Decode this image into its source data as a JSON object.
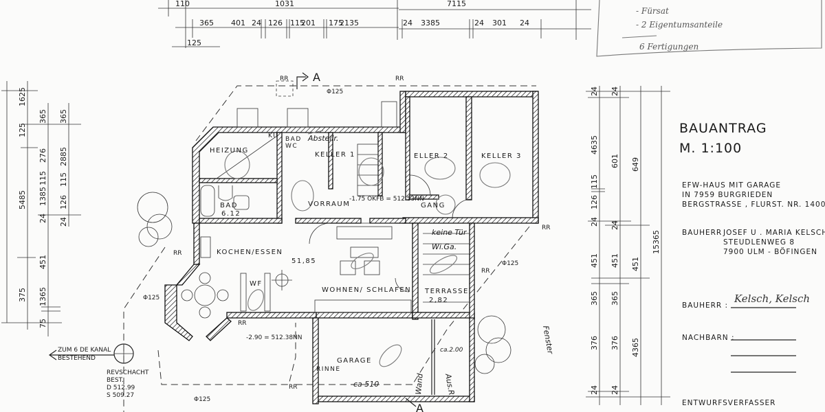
{
  "title_block": {
    "title": "BAUANTRAG",
    "scale": "M. 1:100",
    "project_lines": [
      "EFW-HAUS MIT GARAGE",
      "IN  7959  BURGRIEDEN",
      "BERGSTRASSE , FLURST. NR. 1400"
    ],
    "owner_label": "BAUHERR",
    "owner_lines": [
      "JOSEF U . MARIA  KELSCH",
      "STEUDLENWEG 8",
      "7900 ULM - BÖFINGEN"
    ],
    "owner_sign_label": "BAUHERR :",
    "owner_signature": "Kelsch, Kelsch",
    "neighbours_label": "NACHBARN :",
    "designer_label": "ENTWURFSVERFASSER"
  },
  "handwritten_notes": [
    "- Fürsat",
    "- 2 Eigentumsanteile",
    "6 Fertigungen"
  ],
  "rooms": {
    "heizung": "HEIZUNG",
    "ku": "KU",
    "bad_wc": [
      "BAD",
      "WC"
    ],
    "keller1": "KELLER 1",
    "keller2": "ELLER 2",
    "keller3": "KELLER 3",
    "bad": "BAD",
    "bad_area": "6.12",
    "vorraum": "VORRAUM",
    "gang": "GANG",
    "kochen": "KOCHEN/ESSEN",
    "wohnen": "WOHNEN/ SCHLAFEN",
    "wohnen_area": "51,85",
    "wf": "WF",
    "terrasse": "TERRASSE",
    "terrasse_area": "2,82",
    "garage": "GARAGE",
    "rinne": "RINNE"
  },
  "annotations": {
    "section_a": "A",
    "rr": "RR",
    "pipe": "Φ125",
    "level_floor": "-1.75 OKFB = 512.53NN",
    "level_ext": "-2.90 = 512.38NN",
    "kanal": [
      "ZUM 6 DE  KANAL",
      "BESTEHEND"
    ],
    "revschacht": [
      "REVSCHACHT",
      "BEST.",
      "D  512.99",
      "S  509.27"
    ],
    "hand_abstell": "Abstellr.",
    "hand_keine_tuer": "keine Tür",
    "hand_wiga": "Wi.Ga.",
    "hand_fenster": "Fenster",
    "hand_wand": "Wand",
    "hand_ca200": "ca.2.00",
    "hand_ausr": "Aus.R.",
    "hand_ca510": "-ca 510"
  },
  "dimensions": {
    "top_row1": [
      "110",
      "1031",
      "7115"
    ],
    "top_row2": [
      "365",
      "401",
      "24",
      "126",
      "115",
      "201",
      "175",
      "2135",
      "24",
      "3385",
      "24",
      "301",
      "24"
    ],
    "top_row3": [
      "125"
    ],
    "left_col1": [
      "1625",
      "125",
      "5485",
      "375"
    ],
    "left_col2": [
      "365",
      "276",
      "1385",
      "115",
      "24",
      "451",
      "1365",
      "75"
    ],
    "left_col3": [
      "365",
      "2885",
      "115",
      "126",
      "24"
    ],
    "right_col1": [
      "24",
      "4635",
      "115",
      "126",
      "24",
      "451",
      "365",
      "376",
      "24"
    ],
    "right_col2": [
      "24",
      "601",
      "24",
      "451",
      "365",
      "376",
      "24"
    ],
    "right_col3": [
      "649",
      "451",
      "4365"
    ],
    "right_col4": [
      "15365"
    ]
  }
}
